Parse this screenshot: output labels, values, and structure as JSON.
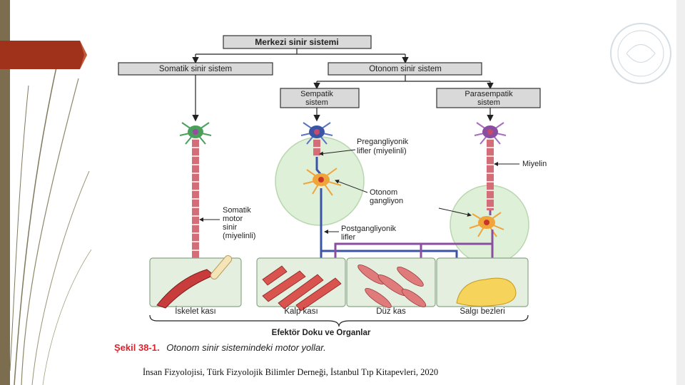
{
  "slide": {
    "footer_citation": "İnsan Fizyolojisi, Türk Fizyolojik Bilimler Derneği, İstanbul Tıp Kitapevleri, 2020"
  },
  "figure": {
    "boxes": {
      "cns": "Merkezi sinir sistemi",
      "somatic": "Somatik sinir sistem",
      "autonomic": "Otonom sinir sistem",
      "sympathetic_line1": "Sempatik",
      "sympathetic_line2": "sistem",
      "parasympathetic_line1": "Parasempatik",
      "parasympathetic_line2": "sistem"
    },
    "labels": {
      "preganglionic_line1": "Pregangliyonik",
      "preganglionic_line2": "lifler (miyelinli)",
      "myelin": "Miyelin",
      "autonomic_ganglion_line1": "Otonom",
      "autonomic_ganglion_line2": "gangliyon",
      "somatic_motor_line1": "Somatik",
      "somatic_motor_line2": "motor",
      "somatic_motor_line3": "sinir",
      "somatic_motor_line4": "(miyelinli)",
      "postganglionic_line1": "Postgangliyonik",
      "postganglionic_line2": "lifler"
    },
    "effectors": {
      "skeletal": "İskelet kası",
      "cardiac": "Kalp kası",
      "smooth": "Düz kas",
      "glands": "Salgı bezleri"
    },
    "effector_group": "Efektör Doku ve Organlar",
    "caption_prefix": "Şekil 38-1.",
    "caption_text": "Otonom sinir sistemindeki motor yollar."
  },
  "colors": {
    "somatic": "#2e8b3a",
    "sympathetic": "#3a55a5",
    "parasympathetic": "#8a4ea0",
    "myelin": "#d36d78",
    "ganglion_fill": "#dff0d8",
    "effector_fill": "#e4efe0",
    "caption_red": "#d9232e"
  }
}
